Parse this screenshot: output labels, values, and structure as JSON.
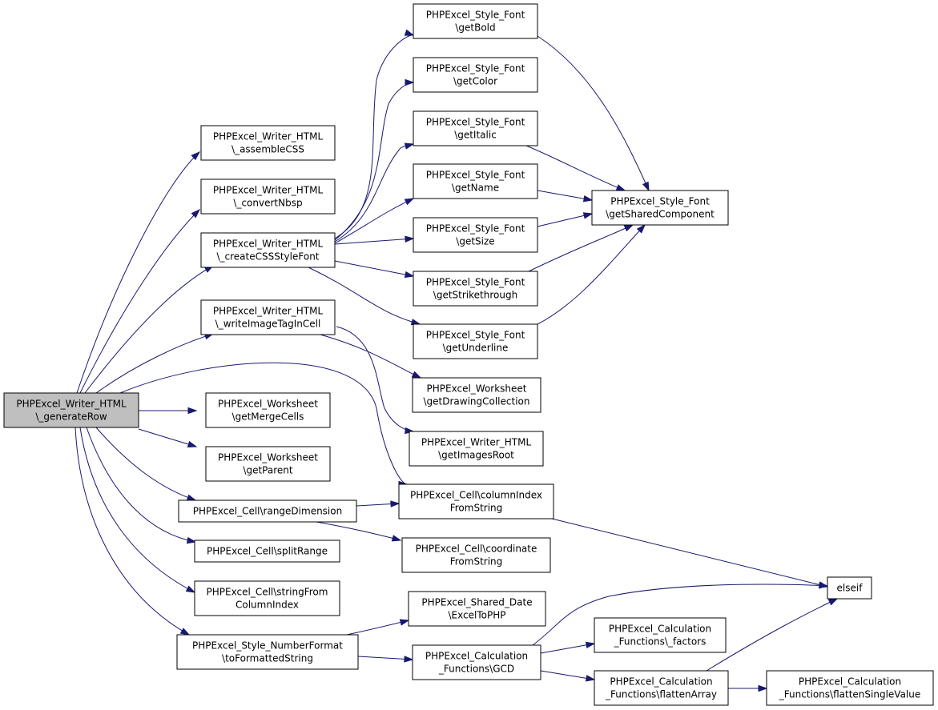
{
  "nodes": [
    {
      "id": "generateRow",
      "lines": [
        "PHPExcel_Writer_HTML",
        "\\_generateRow"
      ],
      "root": true
    },
    {
      "id": "assembleCSS",
      "lines": [
        "PHPExcel_Writer_HTML",
        "\\_assembleCSS"
      ]
    },
    {
      "id": "convertNbsp",
      "lines": [
        "PHPExcel_Writer_HTML",
        "\\_convertNbsp"
      ]
    },
    {
      "id": "createCSSStyleFont",
      "lines": [
        "PHPExcel_Writer_HTML",
        "\\_createCSSStyleFont"
      ]
    },
    {
      "id": "writeImageTagInCell",
      "lines": [
        "PHPExcel_Writer_HTML",
        "\\_writeImageTagInCell"
      ]
    },
    {
      "id": "getMergeCells",
      "lines": [
        "PHPExcel_Worksheet",
        "\\getMergeCells"
      ]
    },
    {
      "id": "getParent",
      "lines": [
        "PHPExcel_Worksheet",
        "\\getParent"
      ]
    },
    {
      "id": "rangeDimension",
      "lines": [
        "PHPExcel_Cell\\rangeDimension"
      ]
    },
    {
      "id": "splitRange",
      "lines": [
        "PHPExcel_Cell\\splitRange"
      ]
    },
    {
      "id": "stringFromColumnIndex",
      "lines": [
        "PHPExcel_Cell\\stringFrom",
        "ColumnIndex"
      ]
    },
    {
      "id": "toFormattedString",
      "lines": [
        "PHPExcel_Style_NumberFormat",
        "\\toFormattedString"
      ]
    },
    {
      "id": "getBold",
      "lines": [
        "PHPExcel_Style_Font",
        "\\getBold"
      ]
    },
    {
      "id": "getColor",
      "lines": [
        "PHPExcel_Style_Font",
        "\\getColor"
      ]
    },
    {
      "id": "getItalic",
      "lines": [
        "PHPExcel_Style_Font",
        "\\getItalic"
      ]
    },
    {
      "id": "getName",
      "lines": [
        "PHPExcel_Style_Font",
        "\\getName"
      ]
    },
    {
      "id": "getSize",
      "lines": [
        "PHPExcel_Style_Font",
        "\\getSize"
      ]
    },
    {
      "id": "getStrikethrough",
      "lines": [
        "PHPExcel_Style_Font",
        "\\getStrikethrough"
      ]
    },
    {
      "id": "getUnderline",
      "lines": [
        "PHPExcel_Style_Font",
        "\\getUnderline"
      ]
    },
    {
      "id": "getSharedComponent",
      "lines": [
        "PHPExcel_Style_Font",
        "\\getSharedComponent"
      ]
    },
    {
      "id": "getDrawingCollection",
      "lines": [
        "PHPExcel_Worksheet",
        "\\getDrawingCollection"
      ]
    },
    {
      "id": "getImagesRoot",
      "lines": [
        "PHPExcel_Writer_HTML",
        "\\getImagesRoot"
      ]
    },
    {
      "id": "columnIndexFromString",
      "lines": [
        "PHPExcel_Cell\\columnIndex",
        "FromString"
      ]
    },
    {
      "id": "coordinateFromString",
      "lines": [
        "PHPExcel_Cell\\coordinate",
        "FromString"
      ]
    },
    {
      "id": "elseif",
      "lines": [
        "elseif"
      ]
    },
    {
      "id": "ExcelToPHP",
      "lines": [
        "PHPExcel_Shared_Date",
        "\\ExcelToPHP"
      ]
    },
    {
      "id": "GCD",
      "lines": [
        "PHPExcel_Calculation",
        "_Functions\\GCD"
      ]
    },
    {
      "id": "factors",
      "lines": [
        "PHPExcel_Calculation",
        "_Functions\\_factors"
      ]
    },
    {
      "id": "flattenArray",
      "lines": [
        "PHPExcel_Calculation",
        "_Functions\\flattenArray"
      ]
    },
    {
      "id": "flattenSingleValue",
      "lines": [
        "PHPExcel_Calculation",
        "_Functions\\flattenSingleValue"
      ]
    }
  ],
  "edges": [
    {
      "from": "generateRow",
      "to": "assembleCSS"
    },
    {
      "from": "generateRow",
      "to": "convertNbsp"
    },
    {
      "from": "generateRow",
      "to": "createCSSStyleFont"
    },
    {
      "from": "generateRow",
      "to": "writeImageTagInCell"
    },
    {
      "from": "generateRow",
      "to": "columnIndexFromString"
    },
    {
      "from": "generateRow",
      "to": "getMergeCells"
    },
    {
      "from": "generateRow",
      "to": "getParent"
    },
    {
      "from": "generateRow",
      "to": "rangeDimension"
    },
    {
      "from": "generateRow",
      "to": "splitRange"
    },
    {
      "from": "generateRow",
      "to": "stringFromColumnIndex"
    },
    {
      "from": "generateRow",
      "to": "toFormattedString"
    },
    {
      "from": "createCSSStyleFont",
      "to": "getBold"
    },
    {
      "from": "createCSSStyleFont",
      "to": "getColor"
    },
    {
      "from": "createCSSStyleFont",
      "to": "getItalic"
    },
    {
      "from": "createCSSStyleFont",
      "to": "getName"
    },
    {
      "from": "createCSSStyleFont",
      "to": "getSize"
    },
    {
      "from": "createCSSStyleFont",
      "to": "getStrikethrough"
    },
    {
      "from": "createCSSStyleFont",
      "to": "getUnderline"
    },
    {
      "from": "getBold",
      "to": "getSharedComponent"
    },
    {
      "from": "getItalic",
      "to": "getSharedComponent"
    },
    {
      "from": "getName",
      "to": "getSharedComponent"
    },
    {
      "from": "getSize",
      "to": "getSharedComponent"
    },
    {
      "from": "getStrikethrough",
      "to": "getSharedComponent"
    },
    {
      "from": "getUnderline",
      "to": "getSharedComponent"
    },
    {
      "from": "writeImageTagInCell",
      "to": "getDrawingCollection"
    },
    {
      "from": "writeImageTagInCell",
      "to": "getImagesRoot"
    },
    {
      "from": "rangeDimension",
      "to": "columnIndexFromString"
    },
    {
      "from": "rangeDimension",
      "to": "coordinateFromString"
    },
    {
      "from": "columnIndexFromString",
      "to": "elseif"
    },
    {
      "from": "toFormattedString",
      "to": "ExcelToPHP"
    },
    {
      "from": "toFormattedString",
      "to": "GCD"
    },
    {
      "from": "GCD",
      "to": "elseif"
    },
    {
      "from": "GCD",
      "to": "factors"
    },
    {
      "from": "GCD",
      "to": "flattenArray"
    },
    {
      "from": "flattenArray",
      "to": "elseif"
    },
    {
      "from": "flattenArray",
      "to": "flattenSingleValue"
    }
  ],
  "colors": {
    "edge": "#191970",
    "root_fill": "#bfbfbf",
    "node_fill": "#ffffff",
    "node_border": "#000000"
  }
}
